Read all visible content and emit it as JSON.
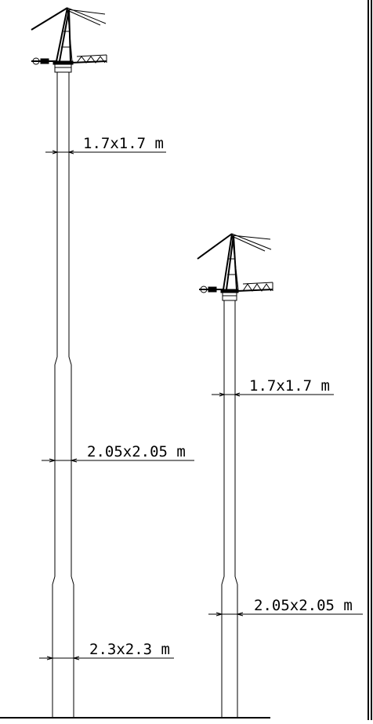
{
  "drawing": {
    "cranes": [
      {
        "id": "tall",
        "sections": [
          {
            "label": "1.7x1.7  m"
          },
          {
            "label": "2.05x2.05  m"
          },
          {
            "label": "2.3x2.3  m"
          }
        ]
      },
      {
        "id": "short",
        "sections": [
          {
            "label": "1.7x1.7  m"
          },
          {
            "label": "2.05x2.05  m"
          }
        ]
      }
    ]
  }
}
